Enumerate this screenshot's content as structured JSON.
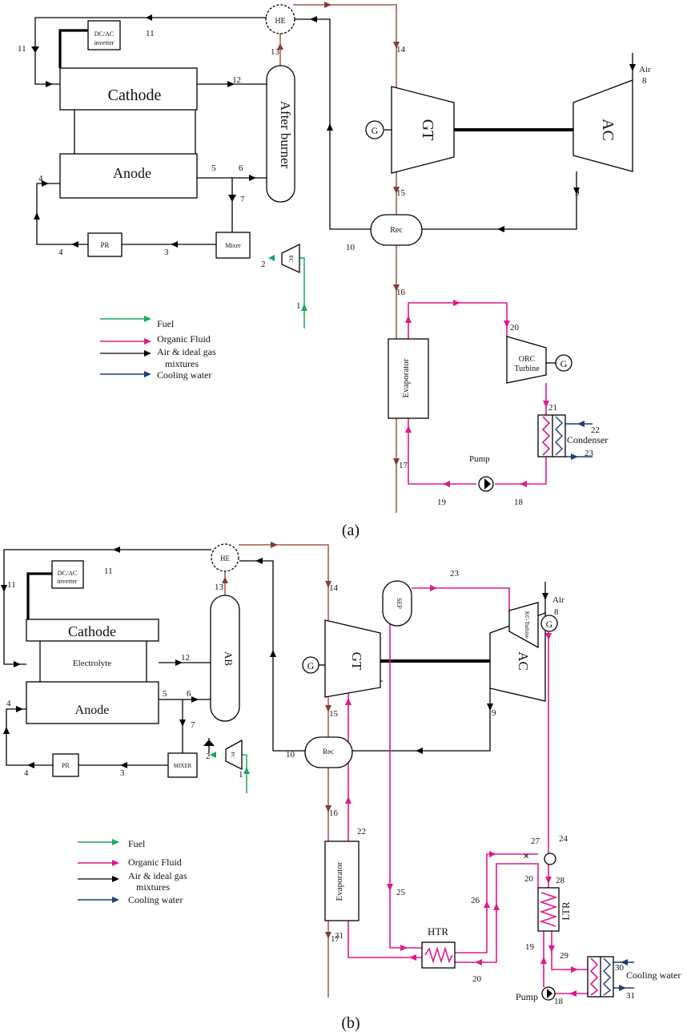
{
  "colors": {
    "air_gas": "#000000",
    "exhaust": "#8b3a2e",
    "organic_fluid": "#e0188c",
    "fuel": "#19a85a",
    "cooling_water": "#1f3d7a"
  },
  "panel_a": {
    "caption": "(a)",
    "components": {
      "inverter_l1": "DC/AC",
      "inverter_l2": "inverter",
      "cathode": "Cathode",
      "anode": "Anode",
      "after_burner": "After burner",
      "he": "HE",
      "gt": "GT",
      "ac": "AC",
      "g": "G",
      "rec": "Rec",
      "pr": "PR",
      "mixer": "Mixer",
      "fc": "FC",
      "evaporator": "Evaporator",
      "orc_turbine_l1": "ORC",
      "orc_turbine_l2": "Turbine",
      "orc_g": "G",
      "condenser": "Condenser",
      "pump": "Pump",
      "air_l1": "Air",
      "air_l2": "8"
    },
    "states": {
      "s1": "1",
      "s2": "2",
      "s3": "3",
      "s4a": "4",
      "s4b": "4",
      "s5": "5",
      "s6": "6",
      "s7": "7",
      "s9": "9",
      "s10": "10",
      "s11a": "11",
      "s11b": "11",
      "s12": "12",
      "s13": "13",
      "s14": "14",
      "s15": "15",
      "s16": "16",
      "s17": "17",
      "s18": "18",
      "s19": "19",
      "s20": "20",
      "s21": "21",
      "s22": "22",
      "s23": "23"
    },
    "legend": {
      "fuel": "Fuel",
      "organic": "Organic Fluid",
      "air_l1": "Air & ideal gas",
      "air_l2": "mixtures",
      "cooling": "Cooling water"
    }
  },
  "panel_b": {
    "caption": "(b)",
    "components": {
      "inverter_l1": "DC/AC",
      "inverter_l2": "inverter",
      "cathode": "Cathode",
      "electrolyte": "Electrolyte",
      "anode": "Anode",
      "ab": "AB",
      "he": "HE",
      "gt": "GT",
      "ac": "AC",
      "g": "G",
      "rec": "Rec",
      "pr": "PR",
      "mixer": "MIXER",
      "fc": "FC",
      "evaporator": "Evaporator",
      "sep": "SEP",
      "kc_turbine": "KC-Turbine",
      "kc_g": "G",
      "htr": "HTR",
      "ltr": "LTR",
      "pump": "Pump",
      "cooling_water": "Cooling water",
      "air_l1": "Air",
      "air_l2": "8"
    },
    "states": {
      "s1": "1",
      "s2": "2",
      "s3": "3",
      "s4a": "4",
      "s4b": "4",
      "s5": "5",
      "s6": "6",
      "s7": "7",
      "s9": "9",
      "s10": "10",
      "s11a": "11",
      "s11b": "11",
      "s12": "12",
      "s13": "13",
      "s14": "14",
      "s15": "15",
      "s16": "16",
      "s17": "17",
      "s18": "18",
      "s19": "19",
      "s20a": "20",
      "s20b": "20",
      "s21": "21",
      "s22": "22",
      "s23": "23",
      "s24": "24",
      "s25": "25",
      "s26": "26",
      "s27": "27",
      "s28": "28",
      "s29": "29",
      "s30": "30",
      "s31": "31"
    },
    "legend": {
      "fuel": "Fuel",
      "organic": "Organic Fluid",
      "air_l1": "Air & ideal gas",
      "air_l2": "mixtures",
      "cooling": "Cooling water"
    }
  }
}
